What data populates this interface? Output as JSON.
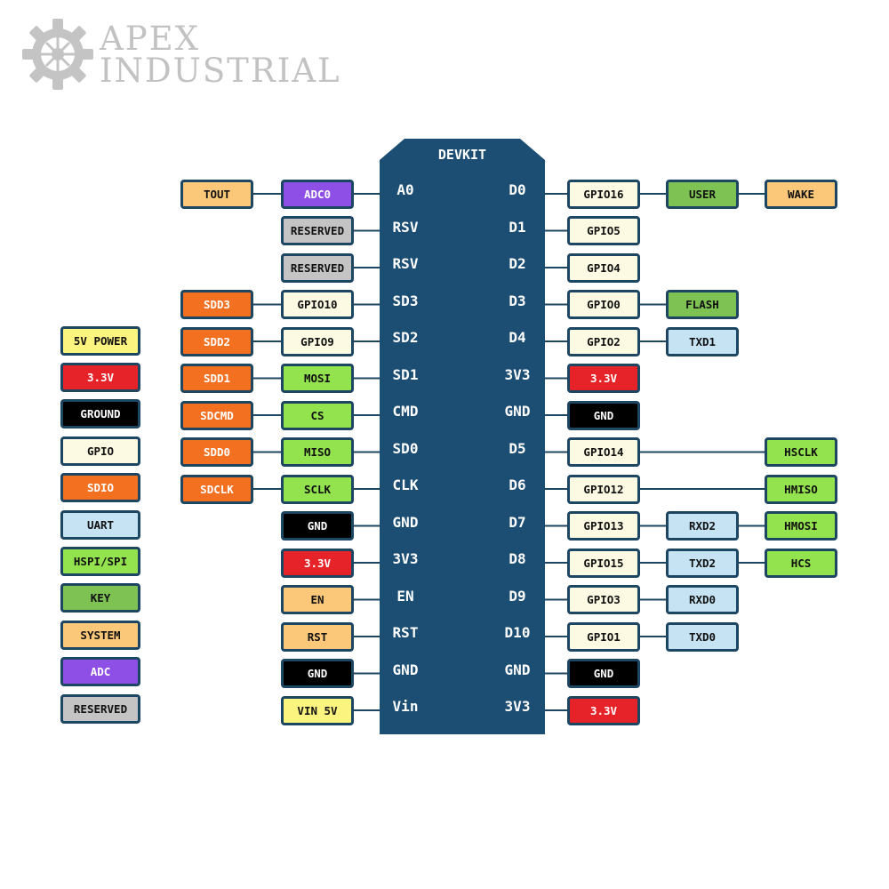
{
  "brand": {
    "line1": "APEX",
    "line2": "INDUSTRIAL"
  },
  "board": {
    "title": "DEVKIT",
    "left_labels": [
      "A0",
      "RSV",
      "RSV",
      "SD3",
      "SD2",
      "SD1",
      "CMD",
      "SD0",
      "CLK",
      "GND",
      "3V3",
      "EN",
      "RST",
      "GND",
      "Vin"
    ],
    "right_labels": [
      "D0",
      "D1",
      "D2",
      "D3",
      "D4",
      "3V3",
      "GND",
      "D5",
      "D6",
      "D7",
      "D8",
      "D9",
      "D10",
      "GND",
      "3V3"
    ]
  },
  "colors": {
    "board": "#1c4d73",
    "outline": "#1d4662",
    "power5v": "#fbf580",
    "power33": "#e52329",
    "ground": "#000000",
    "gpio": "#fdfae3",
    "sdio": "#f37021",
    "uart": "#c6e3f4",
    "spi": "#92e34d",
    "key": "#7dc253",
    "system": "#fbc87a",
    "adc": "#8e4fe6",
    "reserved": "#c4c4c4"
  },
  "legend": [
    {
      "label": "5V POWER",
      "type": "power5v"
    },
    {
      "label": "3.3V",
      "type": "power33"
    },
    {
      "label": "GROUND",
      "type": "ground"
    },
    {
      "label": "GPIO",
      "type": "gpio"
    },
    {
      "label": "SDIO",
      "type": "sdio"
    },
    {
      "label": "UART",
      "type": "uart"
    },
    {
      "label": "HSPI/SPI",
      "type": "spi"
    },
    {
      "label": "KEY",
      "type": "key"
    },
    {
      "label": "SYSTEM",
      "type": "system"
    },
    {
      "label": "ADC",
      "type": "adc"
    },
    {
      "label": "RESERVED",
      "type": "reserved"
    }
  ],
  "left_pins": [
    [
      {
        "label": "ADC0",
        "type": "adc"
      },
      {
        "label": "TOUT",
        "type": "system"
      }
    ],
    [
      {
        "label": "RESERVED",
        "type": "reserved"
      }
    ],
    [
      {
        "label": "RESERVED",
        "type": "reserved"
      }
    ],
    [
      {
        "label": "GPIO10",
        "type": "gpio"
      },
      {
        "label": "SDD3",
        "type": "sdio"
      }
    ],
    [
      {
        "label": "GPIO9",
        "type": "gpio"
      },
      {
        "label": "SDD2",
        "type": "sdio"
      }
    ],
    [
      {
        "label": "MOSI",
        "type": "spi"
      },
      {
        "label": "SDD1",
        "type": "sdio"
      }
    ],
    [
      {
        "label": "CS",
        "type": "spi"
      },
      {
        "label": "SDCMD",
        "type": "sdio"
      }
    ],
    [
      {
        "label": "MISO",
        "type": "spi"
      },
      {
        "label": "SDD0",
        "type": "sdio"
      }
    ],
    [
      {
        "label": "SCLK",
        "type": "spi"
      },
      {
        "label": "SDCLK",
        "type": "sdio"
      }
    ],
    [
      {
        "label": "GND",
        "type": "ground"
      }
    ],
    [
      {
        "label": "3.3V",
        "type": "power33"
      }
    ],
    [
      {
        "label": "EN",
        "type": "system"
      }
    ],
    [
      {
        "label": "RST",
        "type": "system"
      }
    ],
    [
      {
        "label": "GND",
        "type": "ground"
      }
    ],
    [
      {
        "label": "VIN 5V",
        "type": "power5v"
      }
    ]
  ],
  "right_pins": [
    [
      {
        "label": "GPIO16",
        "type": "gpio",
        "col": 0
      },
      {
        "label": "USER",
        "type": "key",
        "col": 1
      },
      {
        "label": "WAKE",
        "type": "system",
        "col": 2
      }
    ],
    [
      {
        "label": "GPIO5",
        "type": "gpio",
        "col": 0
      }
    ],
    [
      {
        "label": "GPIO4",
        "type": "gpio",
        "col": 0
      }
    ],
    [
      {
        "label": "GPIO0",
        "type": "gpio",
        "col": 0
      },
      {
        "label": "FLASH",
        "type": "key",
        "col": 1
      }
    ],
    [
      {
        "label": "GPIO2",
        "type": "gpio",
        "col": 0
      },
      {
        "label": "TXD1",
        "type": "uart",
        "col": 1
      }
    ],
    [
      {
        "label": "3.3V",
        "type": "power33",
        "col": 0
      }
    ],
    [
      {
        "label": "GND",
        "type": "ground",
        "col": 0
      }
    ],
    [
      {
        "label": "GPIO14",
        "type": "gpio",
        "col": 0
      },
      {
        "label": "HSCLK",
        "type": "spi",
        "col": 2
      }
    ],
    [
      {
        "label": "GPIO12",
        "type": "gpio",
        "col": 0
      },
      {
        "label": "HMISO",
        "type": "spi",
        "col": 2
      }
    ],
    [
      {
        "label": "GPIO13",
        "type": "gpio",
        "col": 0
      },
      {
        "label": "RXD2",
        "type": "uart",
        "col": 1
      },
      {
        "label": "HMOSI",
        "type": "spi",
        "col": 2
      }
    ],
    [
      {
        "label": "GPIO15",
        "type": "gpio",
        "col": 0
      },
      {
        "label": "TXD2",
        "type": "uart",
        "col": 1
      },
      {
        "label": "HCS",
        "type": "spi",
        "col": 2
      }
    ],
    [
      {
        "label": "GPIO3",
        "type": "gpio",
        "col": 0
      },
      {
        "label": "RXD0",
        "type": "uart",
        "col": 1
      }
    ],
    [
      {
        "label": "GPIO1",
        "type": "gpio",
        "col": 0
      },
      {
        "label": "TXD0",
        "type": "uart",
        "col": 1
      }
    ],
    [
      {
        "label": "GND",
        "type": "ground",
        "col": 0
      }
    ],
    [
      {
        "label": "3.3V",
        "type": "power33",
        "col": 0
      }
    ]
  ]
}
